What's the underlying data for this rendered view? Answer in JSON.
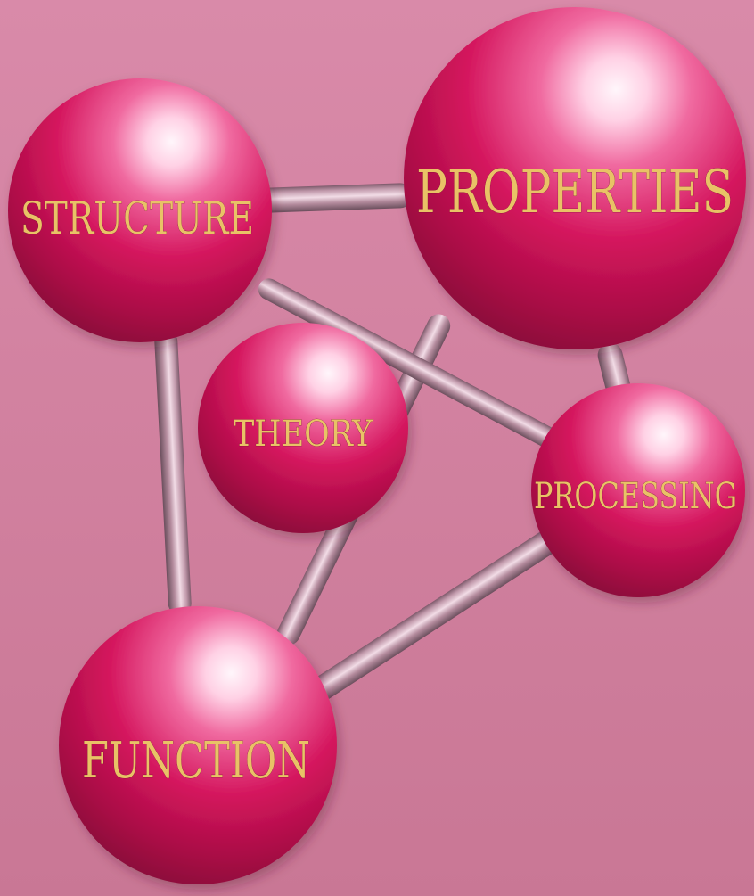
{
  "nodes": {
    "structure": {
      "label": "STRUCTURE"
    },
    "properties": {
      "label": "PROPERTIES"
    },
    "theory": {
      "label": "THEORY"
    },
    "processing": {
      "label": "PROCESSING"
    },
    "function": {
      "label": "FUNCTION"
    }
  },
  "colors": {
    "background_top": "#d98aa9",
    "background_bottom": "#c97795",
    "sphere_highlight": "#fff6fb",
    "sphere_light": "#f06aa0",
    "sphere_mid": "#d4155d",
    "sphere_dark": "#6f0a31",
    "rod_light": "#f2dce6",
    "rod_mid": "#c29aac",
    "rod_dark": "#6b4f5d",
    "label_text": "#e9c266"
  }
}
